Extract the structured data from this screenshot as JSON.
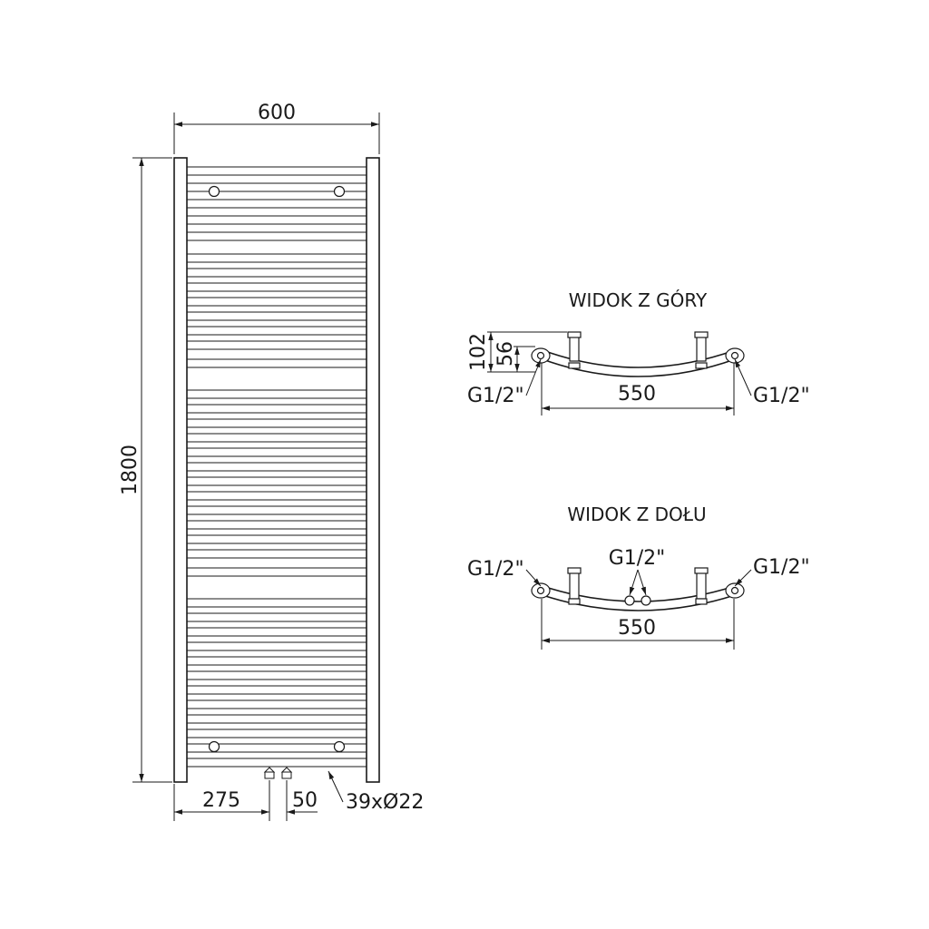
{
  "front_view": {
    "width_label": "600",
    "height_label": "1800",
    "offset_label": "275",
    "spacing_label": "50",
    "tubes_label": "39xØ22"
  },
  "top_view": {
    "title": "WIDOK Z GÓRY",
    "depth_outer_label": "102",
    "depth_inner_label": "56",
    "connection_left": "G1/2\"",
    "connection_right": "G1/2\"",
    "span_label": "550"
  },
  "bottom_view": {
    "title": "WIDOK Z DOŁU",
    "connection_left": "G1/2\"",
    "connection_center": "G1/2\"",
    "connection_right": "G1/2\"",
    "span_label": "550"
  }
}
